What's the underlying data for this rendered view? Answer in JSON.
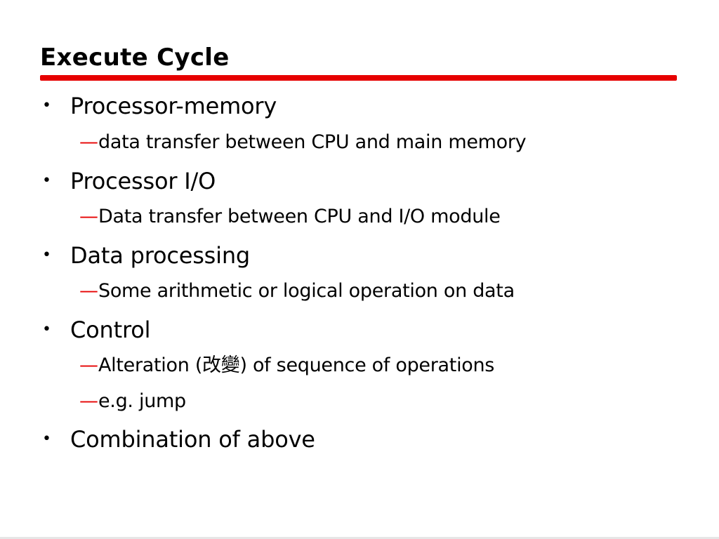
{
  "slide": {
    "title": "Execute Cycle",
    "accent_color": "#e60000",
    "items": [
      {
        "bullet": "•",
        "label": "Processor-memory",
        "subs": [
          {
            "dash": "—",
            "label": "data transfer between CPU and main memory"
          }
        ]
      },
      {
        "bullet": "•",
        "label": "Processor I/O",
        "subs": [
          {
            "dash": "—",
            "label": "Data transfer between CPU and I/O module"
          }
        ]
      },
      {
        "bullet": "•",
        "label": "Data processing",
        "subs": [
          {
            "dash": "—",
            "label": "Some arithmetic or logical operation on data"
          }
        ]
      },
      {
        "bullet": "•",
        "label": "Control",
        "subs": [
          {
            "dash": "—",
            "label": "Alteration (改變) of sequence of operations"
          },
          {
            "dash": "—",
            "label": "e.g. jump"
          }
        ]
      },
      {
        "bullet": "•",
        "label": "Combination of above",
        "subs": []
      }
    ]
  }
}
